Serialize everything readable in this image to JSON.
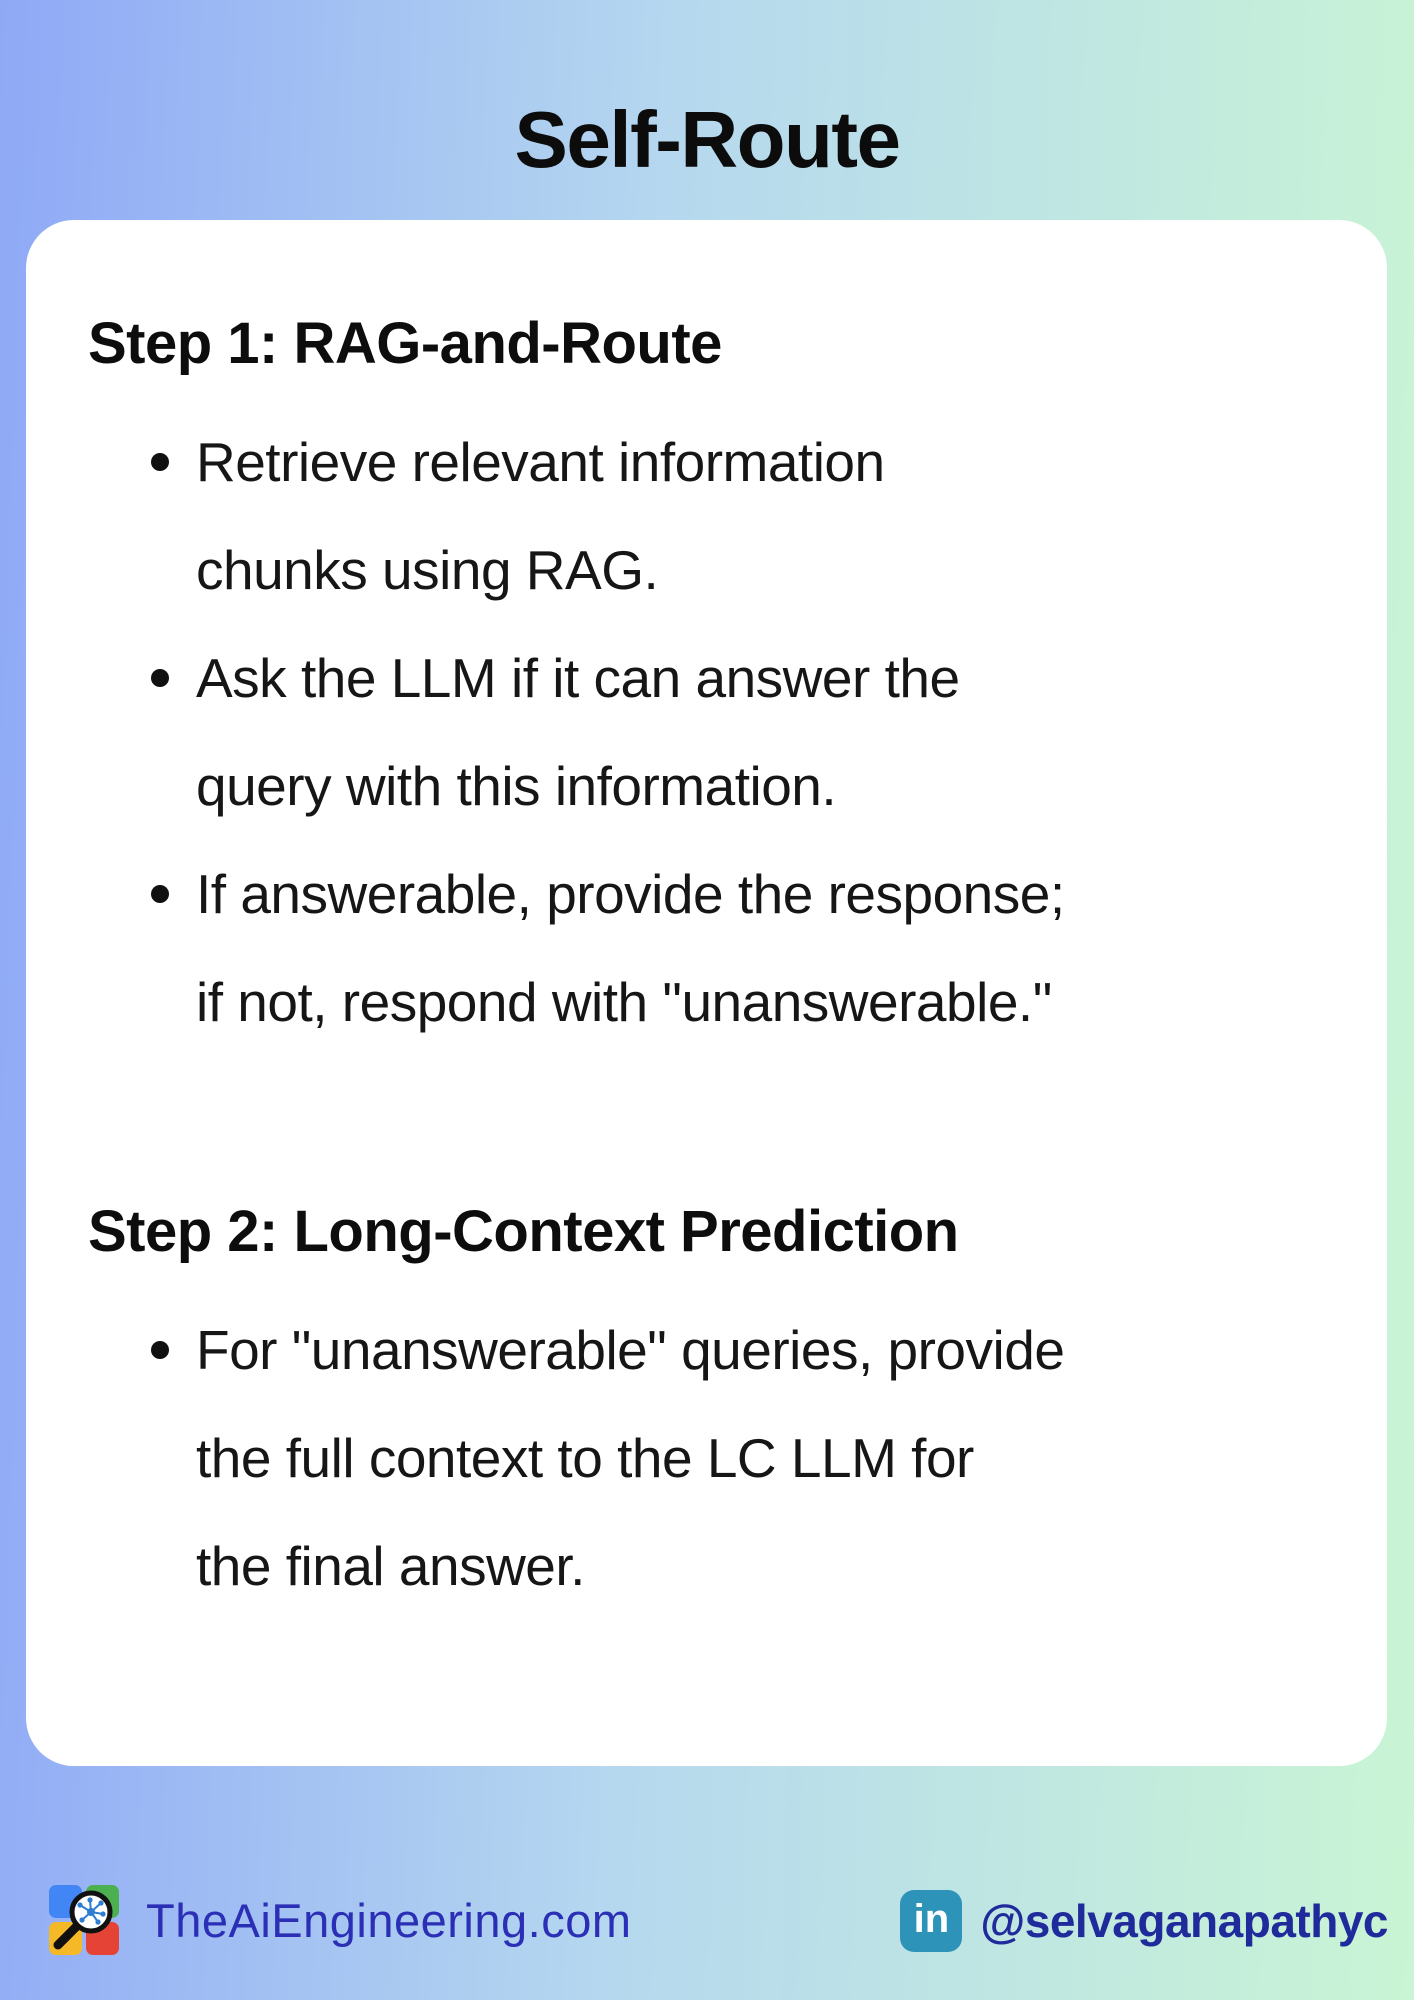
{
  "page": {
    "title": "Self-Route"
  },
  "card": {
    "step1": {
      "heading": "Step 1: RAG-and-Route",
      "bullets": [
        [
          "Retrieve relevant information",
          "chunks using RAG."
        ],
        [
          "Ask the LLM if it can answer the",
          "query with this information."
        ],
        [
          "If answerable, provide the response;",
          "if not, respond with \"unanswerable.\""
        ]
      ]
    },
    "step2": {
      "heading": "Step 2: Long-Context Prediction",
      "bullets": [
        [
          "For \"unanswerable\" queries, provide",
          "the full context to the LC LLM for",
          "the final answer."
        ]
      ]
    }
  },
  "footer": {
    "website": "TheAiEngineering.com",
    "linkedin_label": "in",
    "handle": "@selvaganapathyc"
  },
  "colors": {
    "background_left": "#8fa9f6",
    "background_mid": "#b6d8ef",
    "background_right": "#c9f5d4",
    "card_background": "#ffffff",
    "body_text": "#121212",
    "website_text": "#2b2fb5",
    "handle_text": "#1f2a9b",
    "linkedin_background": "#2e93b8",
    "logo_blue": "#4286f5",
    "logo_green": "#4caf50",
    "logo_yellow": "#f5b928",
    "logo_red": "#e54335"
  }
}
